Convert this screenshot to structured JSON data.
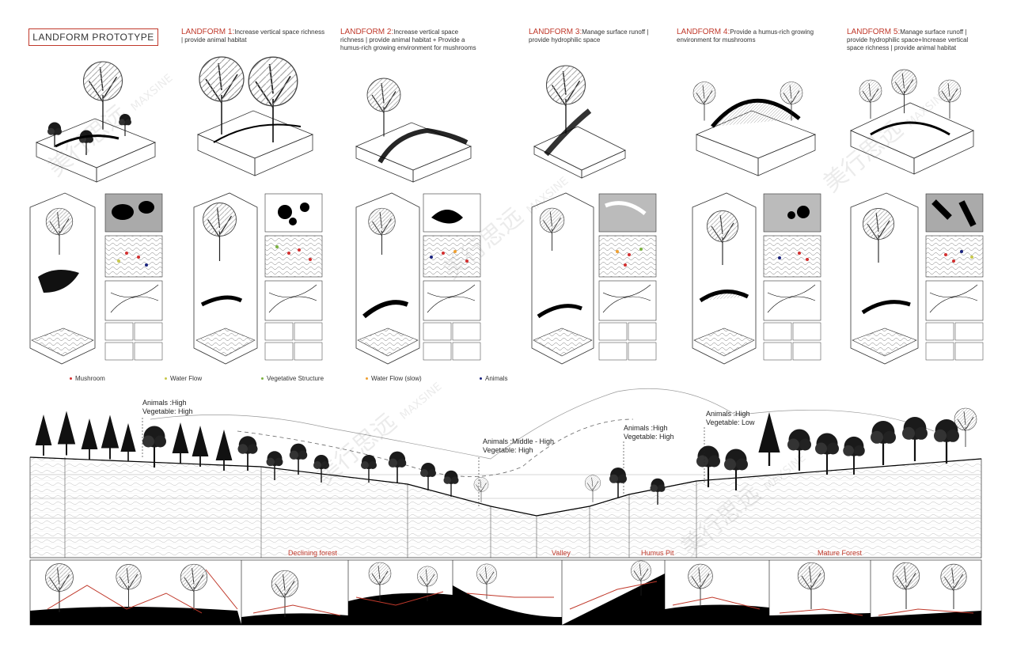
{
  "title": "LANDFORM PROTOTYPE",
  "landforms": [
    {
      "name": "LANDFORM 1:",
      "desc": "Increase vertical space richness | provide animal habitat"
    },
    {
      "name": "LANDFORM 2:",
      "desc": "Increase vertical space richness | provide animal habitat + Provide a humus-rich growing environment for mushrooms"
    },
    {
      "name": "LANDFORM 3:",
      "desc": "Manage surface runoff | provide hydrophilic space"
    },
    {
      "name": "LANDFORM 4:",
      "desc": "Provide a humus-rich growing environment for mushrooms"
    },
    {
      "name": "LANDFORM 5:",
      "desc": "Manage surface runoff | provide hydrophilic space+Increase vertical space richness | provide animal habitat"
    }
  ],
  "legend": [
    {
      "label": "Mushroom",
      "color": "#d32f2f"
    },
    {
      "label": "Water Flow",
      "color": "#c8c84a"
    },
    {
      "label": "Vegetative Structure",
      "color": "#7cb342"
    },
    {
      "label": "Water Flow (slow)",
      "color": "#f0a030"
    },
    {
      "label": "Animals",
      "color": "#1a237e"
    }
  ],
  "section_notes": [
    {
      "a": "Animals :High",
      "v": "Vegetable: High"
    },
    {
      "a": "Animals :Middle - High",
      "v": "Vegetable: High"
    },
    {
      "a": "Animals :High",
      "v": "Vegetable: High"
    },
    {
      "a": "Animals :High",
      "v": "Vegetable: Low"
    }
  ],
  "zones": [
    "Declining forest",
    "Valley",
    "Humus Pit",
    "Mature Forest"
  ],
  "watermark": {
    "cn": "美行思远",
    "en": "MAXSINE"
  },
  "colors": {
    "accent": "#c0392b",
    "ink": "#222222"
  }
}
